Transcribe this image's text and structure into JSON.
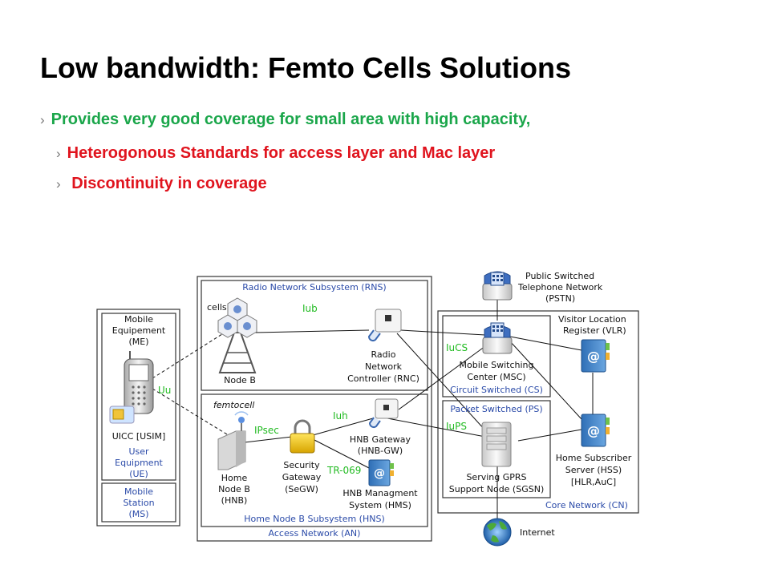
{
  "slide": {
    "title": "Low bandwidth: Femto Cells Solutions",
    "bullet1": "Provides very good coverage for small area with high capacity,",
    "bullet2": "Heterogonous Standards for  access layer and Mac layer",
    "bullet3": " Discontinuity in coverage",
    "chevron": "›"
  },
  "diagram": {
    "ms": {
      "me_line1": "Mobile",
      "me_line2": "Equipement",
      "me_line3": "(ME)",
      "uicc": "UICC [USIM]",
      "ue_line1": "User",
      "ue_line2": "Equipment",
      "ue_line3": "(UE)",
      "ms_line1": "Mobile",
      "ms_line2": "Station",
      "ms_line3": "(MS)"
    },
    "rns": {
      "title": "Radio Network Subsystem (RNS)",
      "cells": "cells",
      "iub": "Iub",
      "nodeb": "Node B",
      "rnc_line1": "Radio",
      "rnc_line2": "Network",
      "rnc_line3": "Controller (RNC)"
    },
    "hns": {
      "femtocell": "femtocell",
      "iuh": "Iuh",
      "ipsec": "IPsec",
      "hnbgw_line1": "HNB Gateway",
      "hnbgw_line2": "(HNB-GW)",
      "hnb_line1": "Home",
      "hnb_line2": "Node B",
      "hnb_line3": "(HNB)",
      "segw_line1": "Security",
      "segw_line2": "Gateway",
      "segw_line3": "(SeGW)",
      "tr069": "TR-069",
      "hms_line1": "HNB Managment",
      "hms_line2": "System (HMS)",
      "title": "Home Node B Subsystem (HNS)"
    },
    "an": "Access Network (AN)",
    "uu": "Uu",
    "pstn_line1": "Public Switched",
    "pstn_line2": "Telephone Network",
    "pstn_line3": "(PSTN)",
    "cn": {
      "vlr_line1": "Visitor Location",
      "vlr_line2": "Register (VLR)",
      "iucs": "IuCS",
      "msc_line1": "Mobile Switching",
      "msc_line2": "Center (MSC)",
      "cs": "Circuit Switched (CS)",
      "ps": "Packet Switched (PS)",
      "iups": "IuPS",
      "sgsn_line1": "Serving GPRS",
      "sgsn_line2": "Support Node (SGSN)",
      "hss_line1": "Home Subscriber",
      "hss_line2": "Server (HSS)",
      "hss_line3": "[HLR,AuC]",
      "title": "Core Network (CN)"
    },
    "internet": "Internet"
  },
  "colors": {
    "title": "#000000",
    "bullet_green": "#1aa64a",
    "bullet_red": "#e0141e",
    "interface_green": "#22bb22",
    "subsystem_blue": "#2a4aa8"
  }
}
